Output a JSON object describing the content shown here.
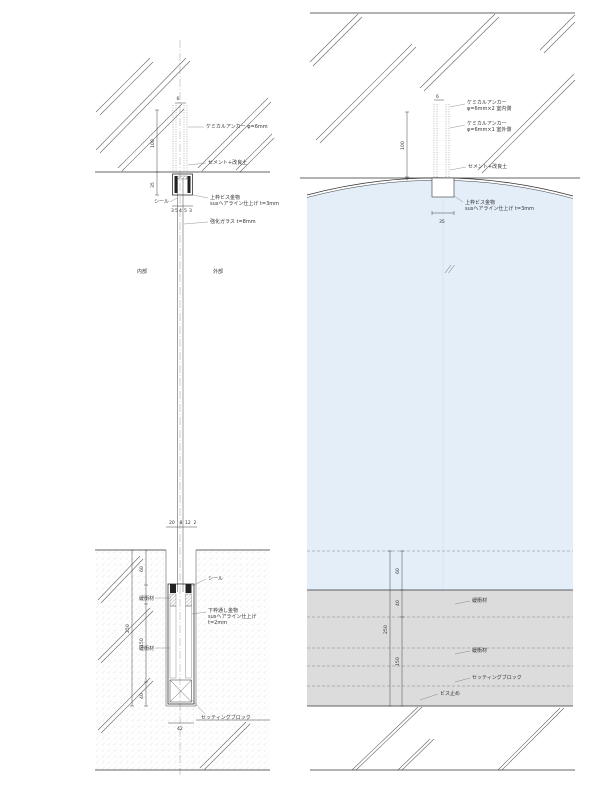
{
  "colors": {
    "glass_fill": "#e3eef9",
    "base_band_fill": "#dcdcdc",
    "line": "#333333"
  },
  "left": {
    "dims": {
      "top_width": "6",
      "anchor_depth": "100",
      "head_depth": "35",
      "head_widths": [
        "3",
        "5",
        "4",
        "5",
        "3"
      ],
      "bottom_widths": [
        "20",
        "8",
        "12",
        "2"
      ],
      "seal_depth": "60",
      "pocket_depth": "250",
      "block_depth": "150",
      "lower_depth": "40",
      "pocket_width": "42"
    },
    "labels": {
      "anchor": "ケミカルアンカー φ=6mm",
      "mortar": "セメント+改良土",
      "upper_frame": [
        "上枠ビス金物",
        "susヘアライン仕上げ t=3mm"
      ],
      "seal_top": "シール",
      "glass": "強化ガラス t=8mm",
      "interior": "内部",
      "exterior": "外部",
      "seal_bottom": "シール",
      "cushion_top": "緩衝材",
      "lower_frame": [
        "下枠通し金物",
        "susヘアライン仕上げ",
        "t=2mm"
      ],
      "cushion_bottom": "緩衝材",
      "setting_block": "セッティングブロック"
    }
  },
  "right": {
    "dims": {
      "top_width": "6",
      "anchor_depth": "100",
      "head_depth": "35",
      "head_width": "35",
      "seal_depth": "60",
      "cushion_depth": "40",
      "pocket_depth": "250",
      "block_depth": "150"
    },
    "labels": {
      "anchor_in": [
        "ケミカルアンカー",
        "φ=6mm×2 室内側"
      ],
      "anchor_out": [
        "ケミカルアンカー",
        "φ=6mm×1 室外側"
      ],
      "mortar": "セメント+改良土",
      "upper_frame": [
        "上枠ビス金物",
        "susヘアライン仕上げ t=3mm"
      ],
      "cushion_top": "緩衝材",
      "cushion_bottom": "緩衝材",
      "setting_block": "セッティングブロック",
      "screw": "ビス止め"
    }
  }
}
